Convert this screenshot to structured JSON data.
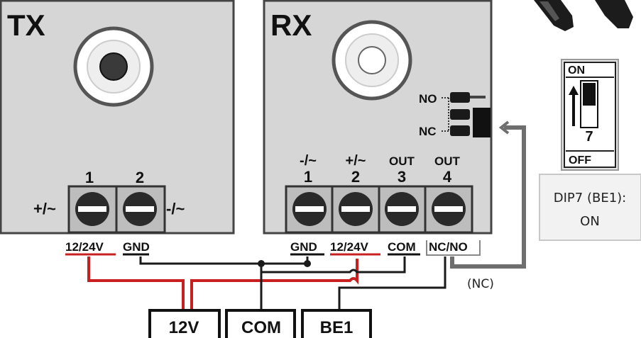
{
  "tx": {
    "title": "TX",
    "terminals": [
      {
        "number": "1",
        "side_label": "+/~",
        "wire_label": "12/24V"
      },
      {
        "number": "2",
        "side_label": "-/~",
        "wire_label": "GND"
      }
    ]
  },
  "rx": {
    "title": "RX",
    "jumper": {
      "no_label": "NO",
      "nc_label": "NC"
    },
    "terminals": [
      {
        "number": "1",
        "top_label": "-/~",
        "wire_label": "GND"
      },
      {
        "number": "2",
        "top_label": "+/~",
        "wire_label": "12/24V"
      },
      {
        "number": "3",
        "top_label": "OUT",
        "wire_label": "COM"
      },
      {
        "number": "4",
        "top_label": "OUT",
        "wire_label": "NC/NO"
      }
    ]
  },
  "nc_note": "(NC)",
  "dip": {
    "on_label": "ON",
    "off_label": "OFF",
    "switch_number": "7",
    "position": "ON"
  },
  "info_box": {
    "line1": "DIP7 (BE1):",
    "line2": "ON"
  },
  "bottom_boxes": [
    {
      "label": "12V"
    },
    {
      "label": "COM"
    },
    {
      "label": "BE1"
    }
  ],
  "colors": {
    "panel": "#d6d6d6",
    "panel_border": "#444444",
    "wire_red": "#c8201e",
    "wire_black": "#1a1a1a",
    "nc_arrow": "#6e6e6e",
    "info_box_bg": "#f2f2f2"
  }
}
